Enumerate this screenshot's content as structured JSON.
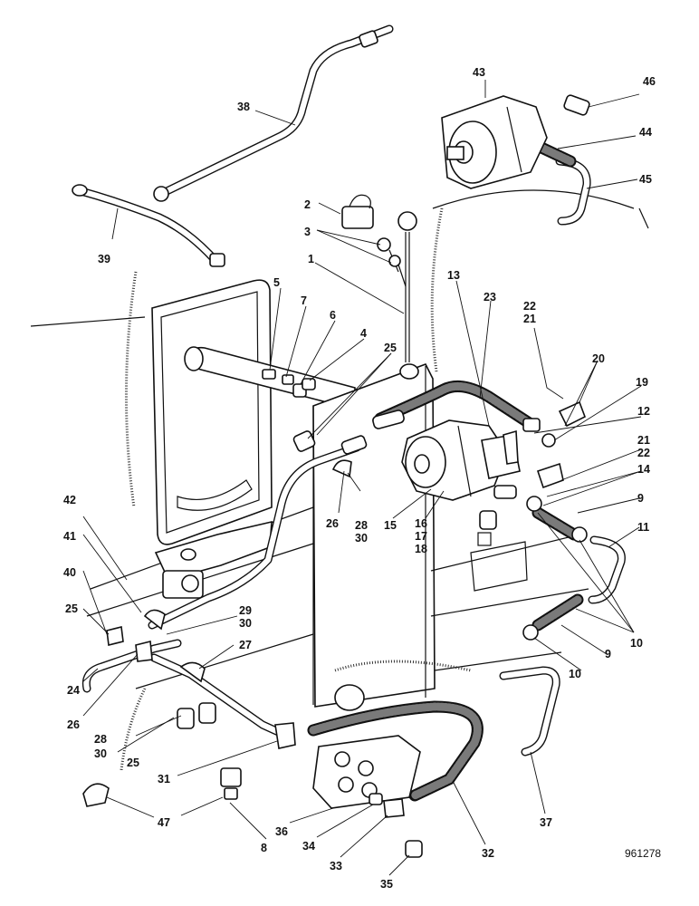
{
  "diagram": {
    "reference_number": "961278",
    "callouts": [
      {
        "id": "c1",
        "label": "1"
      },
      {
        "id": "c2",
        "label": "2"
      },
      {
        "id": "c3",
        "label": "3"
      },
      {
        "id": "c4",
        "label": "4"
      },
      {
        "id": "c5",
        "label": "5"
      },
      {
        "id": "c6",
        "label": "6"
      },
      {
        "id": "c7",
        "label": "7"
      },
      {
        "id": "c8",
        "label": "8"
      },
      {
        "id": "c9a",
        "label": "9"
      },
      {
        "id": "c9b",
        "label": "9"
      },
      {
        "id": "c10a",
        "label": "10"
      },
      {
        "id": "c10b",
        "label": "10"
      },
      {
        "id": "c11",
        "label": "11"
      },
      {
        "id": "c12",
        "label": "12"
      },
      {
        "id": "c13",
        "label": "13"
      },
      {
        "id": "c14",
        "label": "14"
      },
      {
        "id": "c15",
        "label": "15"
      },
      {
        "id": "c16",
        "label": "16"
      },
      {
        "id": "c17",
        "label": "17"
      },
      {
        "id": "c18",
        "label": "18"
      },
      {
        "id": "c19",
        "label": "19"
      },
      {
        "id": "c20",
        "label": "20"
      },
      {
        "id": "c21a",
        "label": "21"
      },
      {
        "id": "c21b",
        "label": "21"
      },
      {
        "id": "c22a",
        "label": "22"
      },
      {
        "id": "c22b",
        "label": "22"
      },
      {
        "id": "c23",
        "label": "23"
      },
      {
        "id": "c24",
        "label": "24"
      },
      {
        "id": "c25a",
        "label": "25"
      },
      {
        "id": "c25b",
        "label": "25"
      },
      {
        "id": "c25c",
        "label": "25"
      },
      {
        "id": "c26a",
        "label": "26"
      },
      {
        "id": "c26b",
        "label": "26"
      },
      {
        "id": "c27",
        "label": "27"
      },
      {
        "id": "c28a",
        "label": "28"
      },
      {
        "id": "c28b",
        "label": "28"
      },
      {
        "id": "c29",
        "label": "29"
      },
      {
        "id": "c30a",
        "label": "30"
      },
      {
        "id": "c30b",
        "label": "30"
      },
      {
        "id": "c30c",
        "label": "30"
      },
      {
        "id": "c31",
        "label": "31"
      },
      {
        "id": "c32",
        "label": "32"
      },
      {
        "id": "c33",
        "label": "33"
      },
      {
        "id": "c34",
        "label": "34"
      },
      {
        "id": "c35",
        "label": "35"
      },
      {
        "id": "c36",
        "label": "36"
      },
      {
        "id": "c37",
        "label": "37"
      },
      {
        "id": "c38",
        "label": "38"
      },
      {
        "id": "c39",
        "label": "39"
      },
      {
        "id": "c40",
        "label": "40"
      },
      {
        "id": "c41",
        "label": "41"
      },
      {
        "id": "c42",
        "label": "42"
      },
      {
        "id": "c43",
        "label": "43"
      },
      {
        "id": "c44",
        "label": "44"
      },
      {
        "id": "c45",
        "label": "45"
      },
      {
        "id": "c46",
        "label": "46"
      },
      {
        "id": "c47",
        "label": "47"
      }
    ]
  }
}
